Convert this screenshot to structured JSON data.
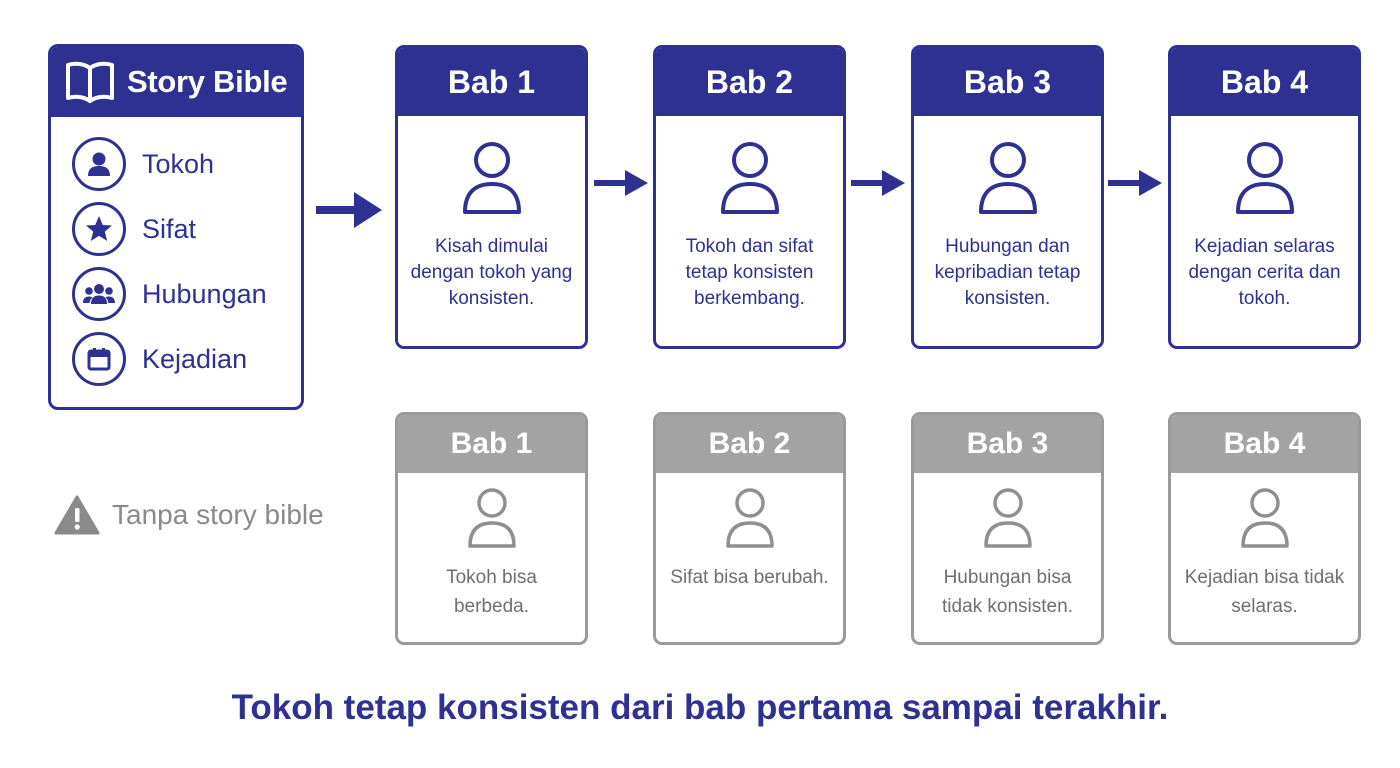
{
  "story_bible": {
    "title": "Story Bible",
    "items": [
      {
        "label": "Tokoh",
        "icon": "person-icon"
      },
      {
        "label": "Sifat",
        "icon": "star-icon"
      },
      {
        "label": "Hubungan",
        "icon": "group-icon"
      },
      {
        "label": "Kejadian",
        "icon": "calendar-icon"
      }
    ]
  },
  "with_bible": [
    {
      "title": "Bab 1",
      "text": "Kisah dimulai dengan tokoh yang konsisten."
    },
    {
      "title": "Bab 2",
      "text": "Tokoh dan sifat tetap konsisten berkembang."
    },
    {
      "title": "Bab 3",
      "text": "Hubungan dan kepribadian tetap konsisten."
    },
    {
      "title": "Bab 4",
      "text": "Kejadian selaras dengan cerita dan tokoh."
    }
  ],
  "without_bible": {
    "label": "Tanpa story bible",
    "icon": "warning-icon",
    "cards": [
      {
        "title": "Bab 1",
        "text": "Tokoh bisa berbeda."
      },
      {
        "title": "Bab 2",
        "text": "Sifat bisa berubah."
      },
      {
        "title": "Bab 3",
        "text": "Hubungan bisa tidak konsisten."
      },
      {
        "title": "Bab 4",
        "text": "Kejadian bisa tidak selaras."
      }
    ]
  },
  "footer": "Tokoh tetap konsisten dari bab pertama sampai terakhir.",
  "colors": {
    "primary": "#2e3192",
    "gray": "#a3a3a3",
    "gray_text": "#6f6f6f"
  }
}
